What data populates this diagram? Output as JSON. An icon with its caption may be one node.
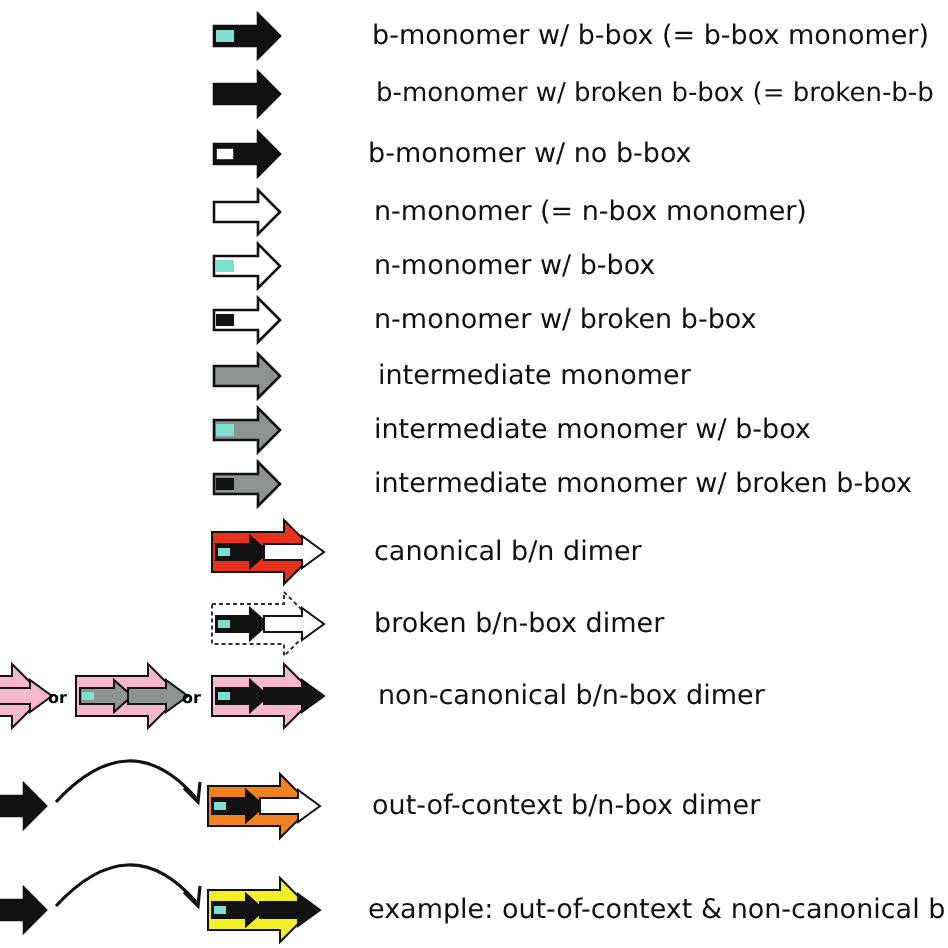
{
  "diagram": {
    "labels": [
      "or",
      "or"
    ],
    "legend": [
      {
        "text": "b-monomer w/ b-box (= b-box monomer)"
      },
      {
        "text": "b-monomer w/ broken b-box (= broken-b-b"
      },
      {
        "text": "b-monomer w/ no b-box"
      },
      {
        "text": "n-monomer (= n-box monomer)"
      },
      {
        "text": "n-monomer w/ b-box"
      },
      {
        "text": "n-monomer w/ broken b-box"
      },
      {
        "text": "intermediate monomer"
      },
      {
        "text": "intermediate monomer w/ b-box"
      },
      {
        "text": "intermediate monomer w/ broken b-box"
      },
      {
        "text": "canonical b/n dimer"
      },
      {
        "text": "broken b/n-box dimer"
      },
      {
        "text": "non-canonical b/n-box dimer"
      },
      {
        "text": "out-of-context b/n-box dimer"
      },
      {
        "text": "example: out-of-context & non-canonical b"
      }
    ]
  }
}
